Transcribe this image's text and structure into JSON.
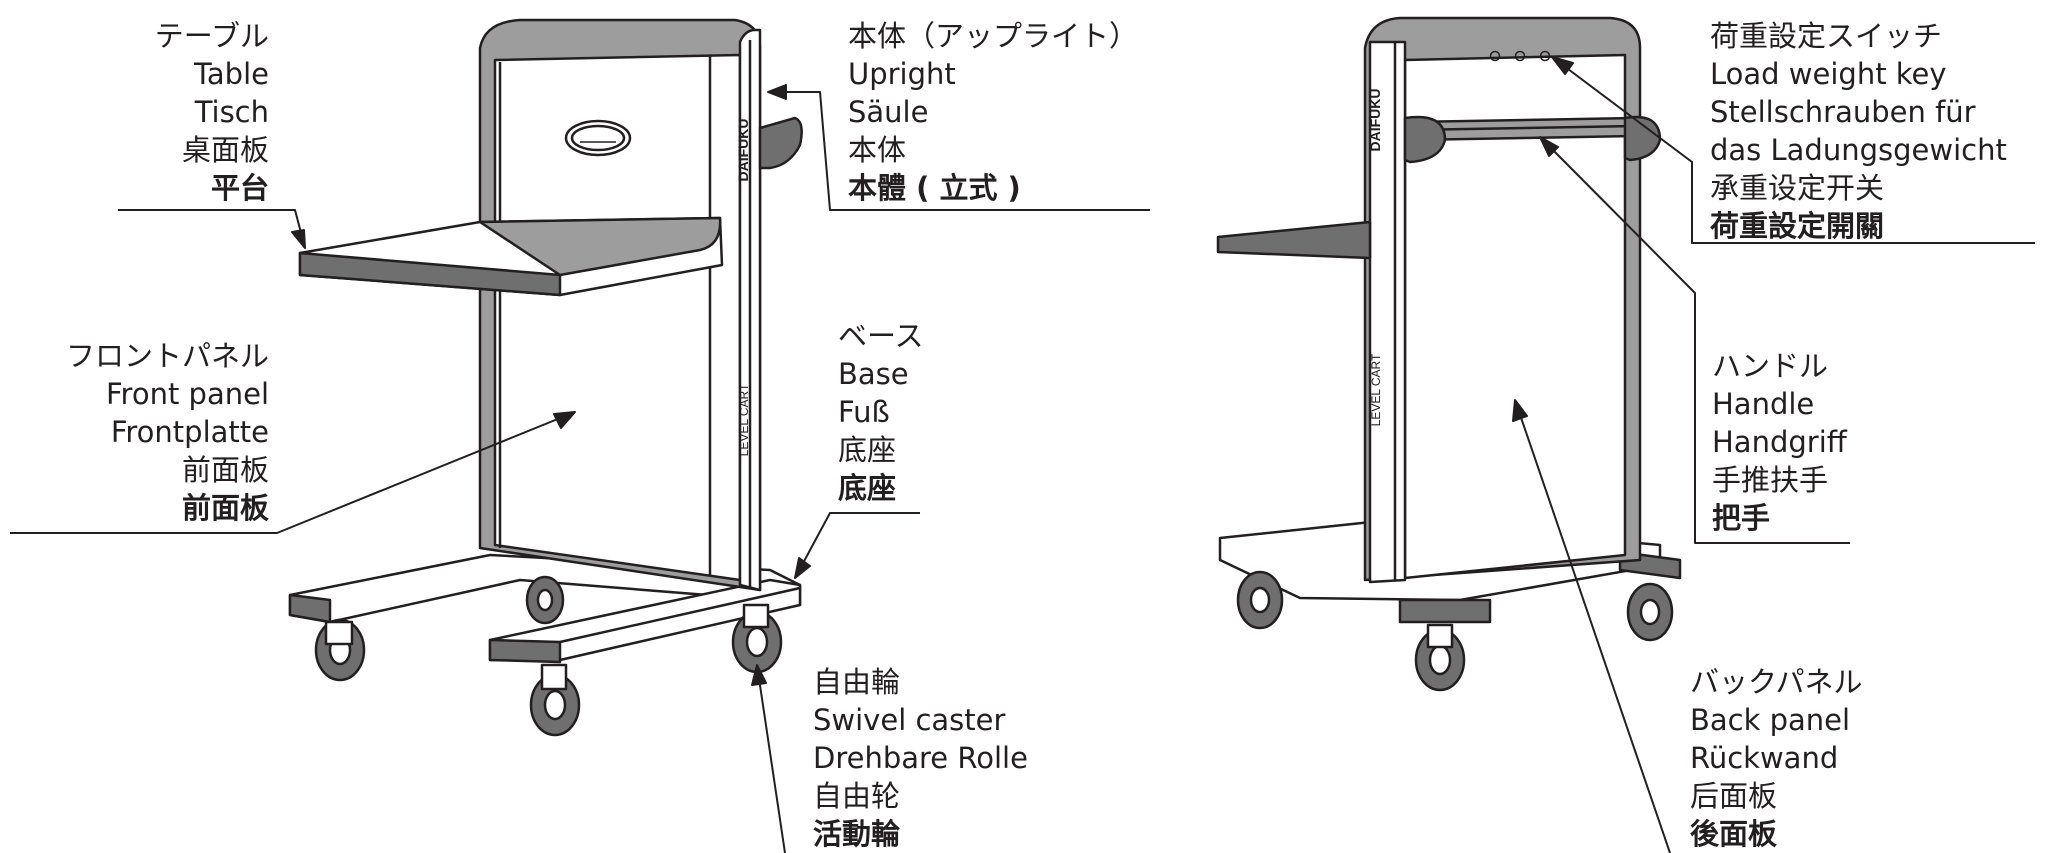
{
  "colors": {
    "ink": "#231f20",
    "panel_light": "#ffffff",
    "frame_gray": "#9d9d9d",
    "frame_dark": "#6f6f6f"
  },
  "product": {
    "brand": "DAIFUKU",
    "model": "LEVEL CART"
  },
  "labels": {
    "table": [
      "テーブル",
      "Table",
      "Tisch",
      "桌面板",
      "平台"
    ],
    "upright": [
      "本体（アップライト）",
      "Upright",
      "Säule",
      "本体",
      "本體 ( 立式 )"
    ],
    "front_panel": [
      "フロントパネル",
      "Front panel",
      "Frontplatte",
      "前面板",
      "前面板"
    ],
    "base": [
      "ベース",
      "Base",
      "Fuß",
      "底座",
      "底座"
    ],
    "swivel_caster": [
      "自由輪",
      "Swivel caster",
      "Drehbare Rolle",
      "自由轮",
      "活動輪"
    ],
    "load_weight_key": [
      "荷重設定スイッチ",
      "Load weight key",
      "Stellschrauben für",
      "das Ladungsgewicht",
      "承重设定开关",
      "荷重設定開關"
    ],
    "handle": [
      "ハンドル",
      "Handle",
      "Handgriff",
      "手推扶手",
      "把手"
    ],
    "back_panel": [
      "バックパネル",
      "Back panel",
      "Rückwand",
      "后面板",
      "後面板"
    ]
  }
}
